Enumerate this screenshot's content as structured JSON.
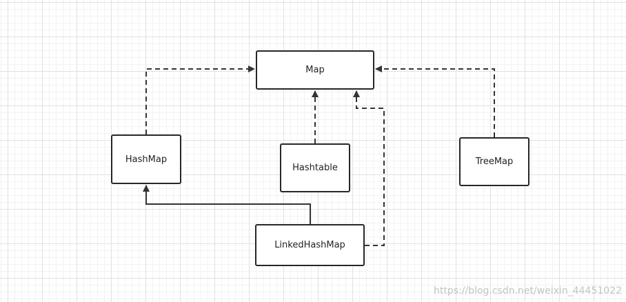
{
  "diagram": {
    "nodes": [
      {
        "id": "map",
        "label": "Map"
      },
      {
        "id": "hashmap",
        "label": "HashMap"
      },
      {
        "id": "hashtable",
        "label": "Hashtable"
      },
      {
        "id": "treemap",
        "label": "TreeMap"
      },
      {
        "id": "linkedhashmap",
        "label": "LinkedHashMap"
      }
    ],
    "edges": [
      {
        "from": "hashmap",
        "to": "map",
        "style": "dashed",
        "relation": "implements"
      },
      {
        "from": "hashtable",
        "to": "map",
        "style": "dashed",
        "relation": "implements"
      },
      {
        "from": "treemap",
        "to": "map",
        "style": "dashed",
        "relation": "implements"
      },
      {
        "from": "linkedhashmap",
        "to": "map",
        "style": "dashed",
        "relation": "implements"
      },
      {
        "from": "linkedhashmap",
        "to": "hashmap",
        "style": "solid",
        "relation": "extends"
      }
    ]
  },
  "colors": {
    "line": "#333333",
    "node_border": "#262626",
    "grid": "#e1e1e1"
  },
  "watermark": "https://blog.csdn.net/weixin_44451022"
}
